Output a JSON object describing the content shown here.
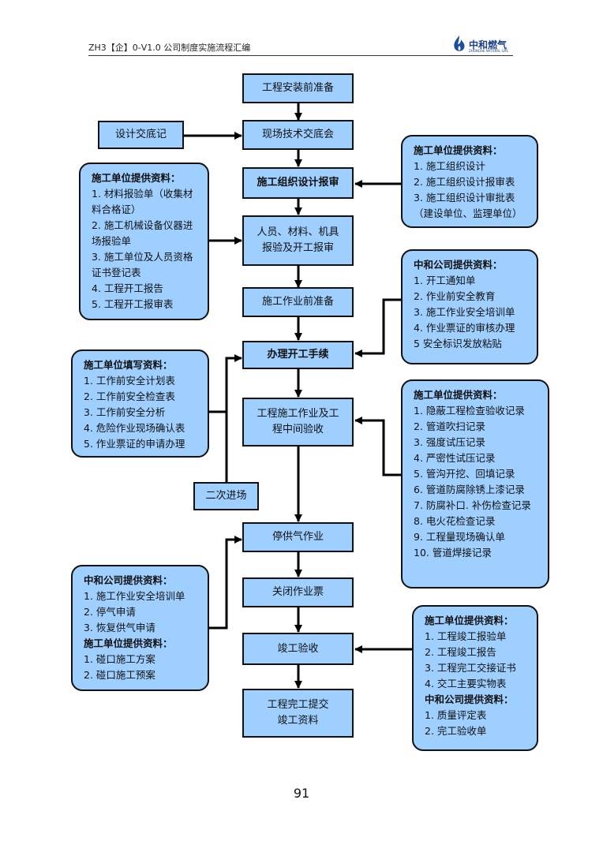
{
  "header": {
    "doc_title": "ZH3【企】0-V1.0 公司制度实施流程汇编",
    "logo_text": "中和燃气",
    "logo_subtext": "ZHONGHE NATURAL GAS"
  },
  "flow": {
    "steps": [
      "工程安装前准备",
      "现场技术交底会",
      "施工组织设计报审",
      "人员、材料、机具报验及开工报审",
      "施工作业前准备",
      "办理开工手续",
      "工程施工作业及工程中间验收",
      "停供气作业",
      "关闭作业票",
      "竣工验收",
      "工程完工提交竣工资料"
    ],
    "design_record": "设计交底记",
    "second_entry": "二次进场"
  },
  "notes": {
    "org_design": {
      "title": "施工单位提供资料：",
      "items": [
        "1. 施工组织设计",
        "2. 施工组织设计报审表",
        "3. 施工组织设计审批表（建设单位、监理单位）"
      ]
    },
    "materials": {
      "title": "施工单位提供资料：",
      "items": [
        "1. 材料报验单（收集材料合格证）",
        "2. 施工机械设备仪器进场报验单",
        "3. 施工单位及人员资格证书登记表",
        "4. 工程开工报告",
        "5. 工程开工报审表"
      ]
    },
    "zhonghe_prep": {
      "title": "中和公司提供资料：",
      "items": [
        "1. 开工通知单",
        "2. 作业前安全教育",
        "3. 施工作业安全培训单",
        "4. 作业票证的审核办理",
        "5 安全标识发放粘贴"
      ]
    },
    "fill_in": {
      "title": "施工单位填写资料：",
      "items": [
        "1. 工作前安全计划表",
        "2. 工作前安全检查表",
        "3. 工作前安全分析",
        "4. 危险作业现场确认表",
        "5. 作业票证的申请办理"
      ]
    },
    "construction": {
      "title": "施工单位提供资料：",
      "items": [
        "1. 隐蔽工程检查验收记录",
        "2. 管道吹扫记录",
        "3. 强度试压记录",
        "4. 严密性试压记录",
        "5. 管沟开挖、回填记录",
        "6. 管道防腐除锈上漆记录",
        "7. 防腐补口. 补伤检查记录",
        "8. 电火花检查记录",
        "9. 工程量现场确认单",
        "10. 管道焊接记录"
      ]
    },
    "gas_stop": {
      "title1": "中和公司提供资料：",
      "items1": [
        "1. 施工作业安全培训单",
        "2. 停气申请",
        "3. 恢复供气申请"
      ],
      "title2": "施工单位提供资料：",
      "items2": [
        "1. 碰口施工方案",
        "2. 碰口施工预案"
      ]
    },
    "completion": {
      "title1": "施工单位提供资料：",
      "items1": [
        "1. 工程竣工报验单",
        "2. 工程竣工报告",
        "3. 工程完工交接证书",
        "4. 交工主要实物表"
      ],
      "title2": "中和公司提供资料：",
      "items2": [
        "1. 质量评定表",
        "2. 完工验收单"
      ]
    }
  },
  "footer": {
    "page_number": "91"
  }
}
